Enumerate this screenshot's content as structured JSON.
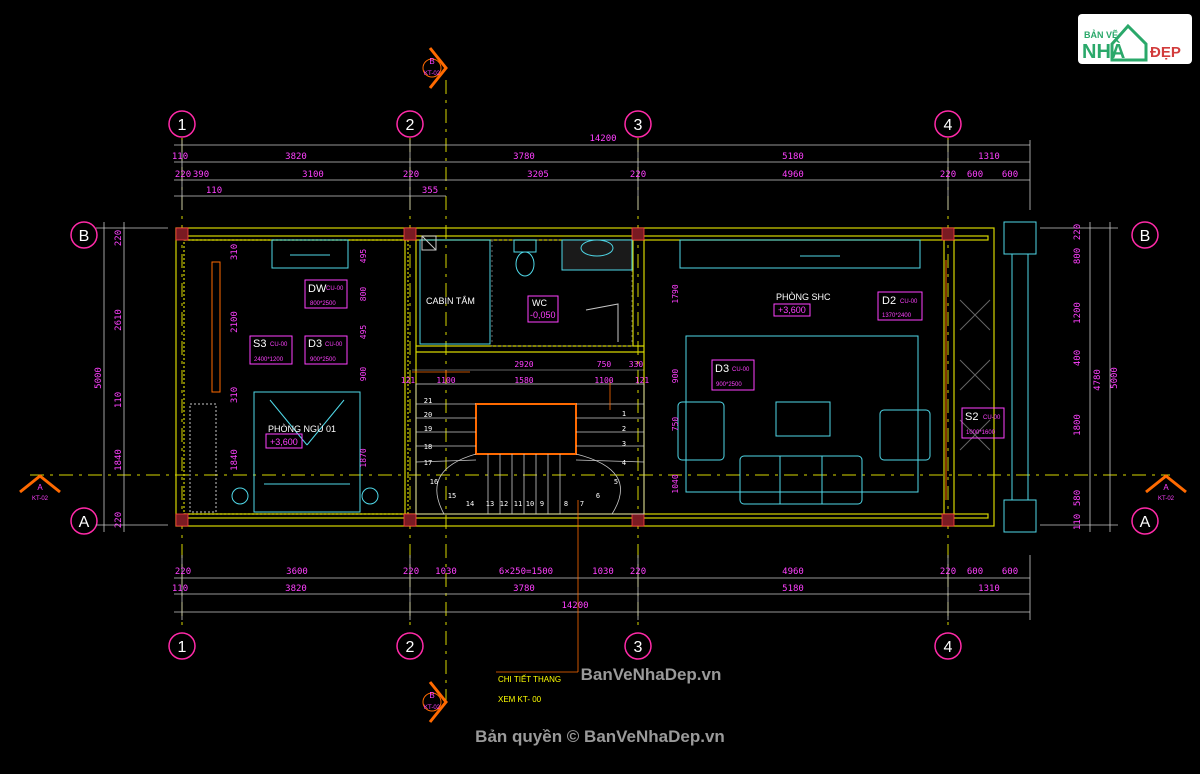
{
  "colors": {
    "background": "#000000",
    "grid_axis": "#d6d600",
    "dimension": "#c8c8c8",
    "dim_text": "#ff40ff",
    "wall": "#d6d600",
    "furniture": "#4fd8e8",
    "marker": "#ff2aa8",
    "section": "#ff6a00",
    "watermark": "#9a9a9a"
  },
  "logo": {
    "top": "BẢN VẼ",
    "left": "NHÀ",
    "right": "ĐẸP"
  },
  "grid_axes": {
    "columns": [
      "1",
      "2",
      "3",
      "4"
    ],
    "rows": [
      "B",
      "A"
    ]
  },
  "section_markers": {
    "top": {
      "letter": "B",
      "ref": "KT-02"
    },
    "bottom": {
      "letter": "B",
      "ref": "KT-02"
    },
    "left": {
      "letter": "A",
      "ref": "KT-02"
    },
    "right": {
      "letter": "A",
      "ref": "KT-02"
    }
  },
  "dims_top": {
    "total": "14200",
    "row1": [
      "110",
      "3820",
      "3780",
      "5180",
      "1310"
    ],
    "row2": [
      "220",
      "390",
      "3100",
      "220",
      "3205",
      "220",
      "4960",
      "220",
      "600",
      "600"
    ],
    "row2b": [
      "110",
      "355"
    ]
  },
  "dims_bottom": {
    "row1": [
      "220",
      "3600",
      "220",
      "1030",
      "6×250=1500",
      "1030",
      "220",
      "4960",
      "220",
      "600",
      "600"
    ],
    "row2": [
      "110",
      "3820",
      "3780",
      "5180",
      "1310"
    ],
    "total": "14200"
  },
  "dims_left": {
    "total": "5000",
    "segs": [
      "2610",
      "110",
      "1840",
      "220",
      "220"
    ],
    "inner": [
      "310",
      "2100",
      "310",
      "1840"
    ]
  },
  "dims_right": {
    "total": "5000",
    "sub": "4780",
    "segs": [
      "220",
      "800",
      "1200",
      "400",
      "1800",
      "580",
      "110"
    ]
  },
  "dims_mid": [
    "2920",
    "750",
    "330",
    "1100",
    "1580",
    "1100",
    "121",
    "121",
    "495",
    "800",
    "495",
    "900",
    "1870",
    "1790",
    "900",
    "750",
    "1040"
  ],
  "rooms": [
    {
      "name": "PHÒNG NGỦ 01",
      "level": "+3,600"
    },
    {
      "name": "PHÒNG SHC",
      "level": "+3,600"
    },
    {
      "name": "WC",
      "level": "-0,050"
    },
    {
      "name": "CABIN TẮM",
      "level": ""
    }
  ],
  "tags": [
    {
      "code": "DW",
      "sub": "CU-00",
      "size": "800*2500"
    },
    {
      "code": "S3",
      "sub": "CU-00",
      "size": "2400*1200"
    },
    {
      "code": "D3",
      "sub": "CU-00",
      "size": "900*2500"
    },
    {
      "code": "D2",
      "sub": "CU-00",
      "size": "1370*2400"
    },
    {
      "code": "D3",
      "sub": "CU-00",
      "size": "900*2500"
    },
    {
      "code": "S2",
      "sub": "CU-00",
      "size": "1000*1600"
    }
  ],
  "stairs": [
    "21",
    "20",
    "19",
    "18",
    "17",
    "16",
    "15",
    "14",
    "13",
    "12",
    "11",
    "10",
    "9",
    "8",
    "7",
    "6",
    "5",
    "4",
    "3",
    "2",
    "1"
  ],
  "note": {
    "title": "CHI TIẾT THANG",
    "ref": "XEM KT- 00"
  },
  "watermarks": {
    "center": "BanVeNhaDep.vn",
    "copyright": "Bản quyền © BanVeNhaDep.vn"
  }
}
